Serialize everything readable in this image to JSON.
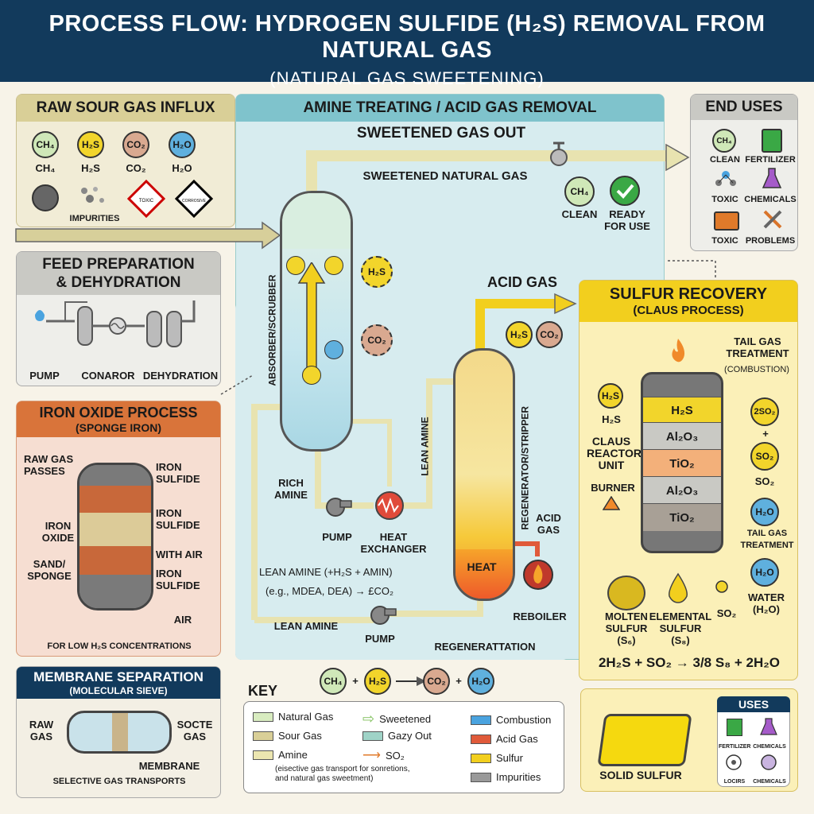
{
  "header": {
    "title": "PROCESS FLOW: HYDROGEN SULFIDE (H₂S) REMOVAL FROM NATURAL GAS",
    "subtitle": "(NATURAL GAS SWEETENING)"
  },
  "raw": {
    "title": "RAW SOUR GAS INFLUX",
    "mols": [
      "CH₄",
      "H₂S",
      "CO₂",
      "H₂O"
    ],
    "names": [
      "CH₄",
      "H₂S",
      "CO₂",
      "H₂O"
    ],
    "impurities": "IMPURITIES",
    "toxic_label": "TOXIC",
    "corrosive_label": "CORROSIVE"
  },
  "feed": {
    "title1": "FEED PREPARATION",
    "title2": "& DEHYDRATION",
    "pump": "PUMP",
    "conaror": "CONAROR",
    "dehydration": "DEHYDRATION"
  },
  "iron": {
    "title": "IRON OXIDE PROCESS",
    "sub": "(SPONGE IRON)",
    "raw_gas": "RAW GAS\nPASSES",
    "iron_sulfide1": "IRON\nSULFIDE",
    "iron_sulfide2": "IRON\nSULFIDE",
    "iron_oxide": "IRON\nOXIDE",
    "with_air": "WITH AIR",
    "sand": "SAND/\nSPONGE",
    "iron_sulfide3": "IRON\nSULFIDE",
    "air": "AIR",
    "note": "FOR LOW H₂S CONCENTRATIONS"
  },
  "membrane": {
    "title": "MEMBRANE SEPARATION",
    "sub": "(MOLECULAR SIEVE)",
    "raw_gas": "RAW\nGAS",
    "socte": "SOCTE\nGAS",
    "membrane": "MEMBRANE",
    "note": "SELECTIVE GAS TRANSPORTS"
  },
  "amine": {
    "title": "AMINE TREATING / ACID GAS REMOVAL",
    "sweet_out": "SWEETENED GAS OUT",
    "sweet_gas": "SWEETENED NATURAL GAS",
    "clean": "CLEAN",
    "ready": "READY\nFOR USE",
    "absorber": "ABSORBER/SCRUBBER",
    "h2s": "H₂S",
    "co2": "CO₂",
    "acid_gas": "ACID GAS",
    "lean_amine": "LEAN AMINE",
    "regenerator": "REGENERATOR/STRIPPER",
    "rich_amine": "RICH\nAMINE",
    "pump1": "PUMP",
    "heat_exchanger": "HEAT\nEXCHANGER",
    "heat": "HEAT",
    "acid_gas2": "ACID\nGAS",
    "reboiler": "REBOILER",
    "lean_note1": "LEAN AMINE (+H₂S + AMIN)",
    "lean_note2": "(e.g., MDEA, DEA) → £CO₂",
    "lean_amine2": "LEAN AMINE",
    "pump2": "PUMP",
    "regen": "REGENERATTATION",
    "ch4": "CH₄"
  },
  "end": {
    "title": "END USES",
    "items": [
      "CLEAN",
      "FERTILIZER",
      "TOXIC",
      "CHEMICALS",
      "TOXIC",
      "PROBLEMS"
    ],
    "ch4": "CH₄"
  },
  "sulfur": {
    "title": "SULFUR RECOVERY",
    "sub": "(CLAUS PROCESS)",
    "tail_gas": "TAIL GAS\nTREATMENT",
    "combustion": "(COMBUSTION)",
    "h2s_in": "H₂S",
    "claus": "CLAUS\nREACTOR\nUNIT",
    "burner": "BURNER",
    "layers": [
      "H₂S",
      "Al₂O₃",
      "TiO₂",
      "Al₂O₃",
      "TiO₂"
    ],
    "so2_2": "2SO₂",
    "plus": "+",
    "so2": "SO₂",
    "so2_lbl": "SO₂",
    "h2o": "H₂O",
    "tail_gas2": "TAIL GAS\nTREATMENT",
    "water": "WATER\n(H₂O)",
    "so2_small": "SO₂",
    "molten": "MOLTEN\nSULFUR\n(S₆)",
    "elemental": "ELEMENTAL\nSULFUR\n(S₈)",
    "equation": "2H₂S + SO₂ → 3/8 S₈ + 2H₂O"
  },
  "equation_mid": {
    "a": "CH₄",
    "plus1": "+",
    "b": "H₂S",
    "arrow": "→",
    "c": "CO₂",
    "plus2": "+",
    "d": "H₂O"
  },
  "key": {
    "title": "KEY",
    "rows": [
      "Natural Gas",
      "Sour Gas",
      "Amine",
      "Sweetened",
      "Gazy Out",
      "SO₂",
      "Combustion",
      "Acid Gas",
      "Sulfur",
      "Impurities"
    ],
    "note": "(eisective gas transport for sonretions,\nand natural gas sweetment)"
  },
  "uses": {
    "title": "USES",
    "solid": "SOLID SULFUR",
    "items": [
      "FERTILIZER",
      "CHEMICALS",
      "LOCIRS",
      "CHEMICALS"
    ]
  },
  "colors": {
    "header": "#123a5c",
    "amine_bg": "#d7ecef",
    "sulfur_bg": "#fbf0b8",
    "iron_bg": "#f6ded2",
    "iron_title": "#d9743a",
    "yellow": "#f2cf1e",
    "gas_arrow": "#e8e3b0"
  }
}
